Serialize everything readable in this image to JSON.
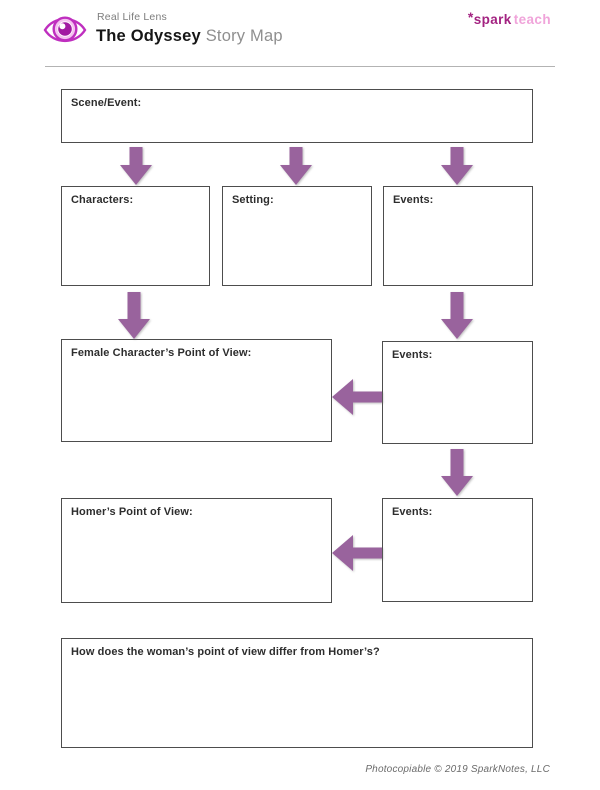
{
  "header": {
    "brand_small": "Real Life Lens",
    "title_bold": "The Odyssey",
    "title_rest": " Story Map",
    "logo_asterisk": "*",
    "logo_spark": "spark",
    "logo_teach": "teach"
  },
  "boxes": {
    "scene_event": {
      "label": "Scene/Event:"
    },
    "characters": {
      "label": "Characters:"
    },
    "setting": {
      "label": "Setting:"
    },
    "events_top": {
      "label": "Events:"
    },
    "female_pov": {
      "label": "Female Character’s Point of View:"
    },
    "events_mid": {
      "label": "Events:"
    },
    "homer_pov": {
      "label": "Homer’s Point of View:"
    },
    "events_bottom": {
      "label": "Events:"
    },
    "question": {
      "label": "How does the woman’s point of view differ from Homer’s?"
    }
  },
  "footer": {
    "copyright": "Photocopiable © 2019 SparkNotes, LLC"
  },
  "colors": {
    "arrow": "#99639d",
    "brand_magenta": "#bf2fbf",
    "eye_iris": "#f4c2f0",
    "eye_pupil": "#a219a2",
    "spark_dark": "#a32381",
    "teach_pink": "#f0a4da"
  }
}
